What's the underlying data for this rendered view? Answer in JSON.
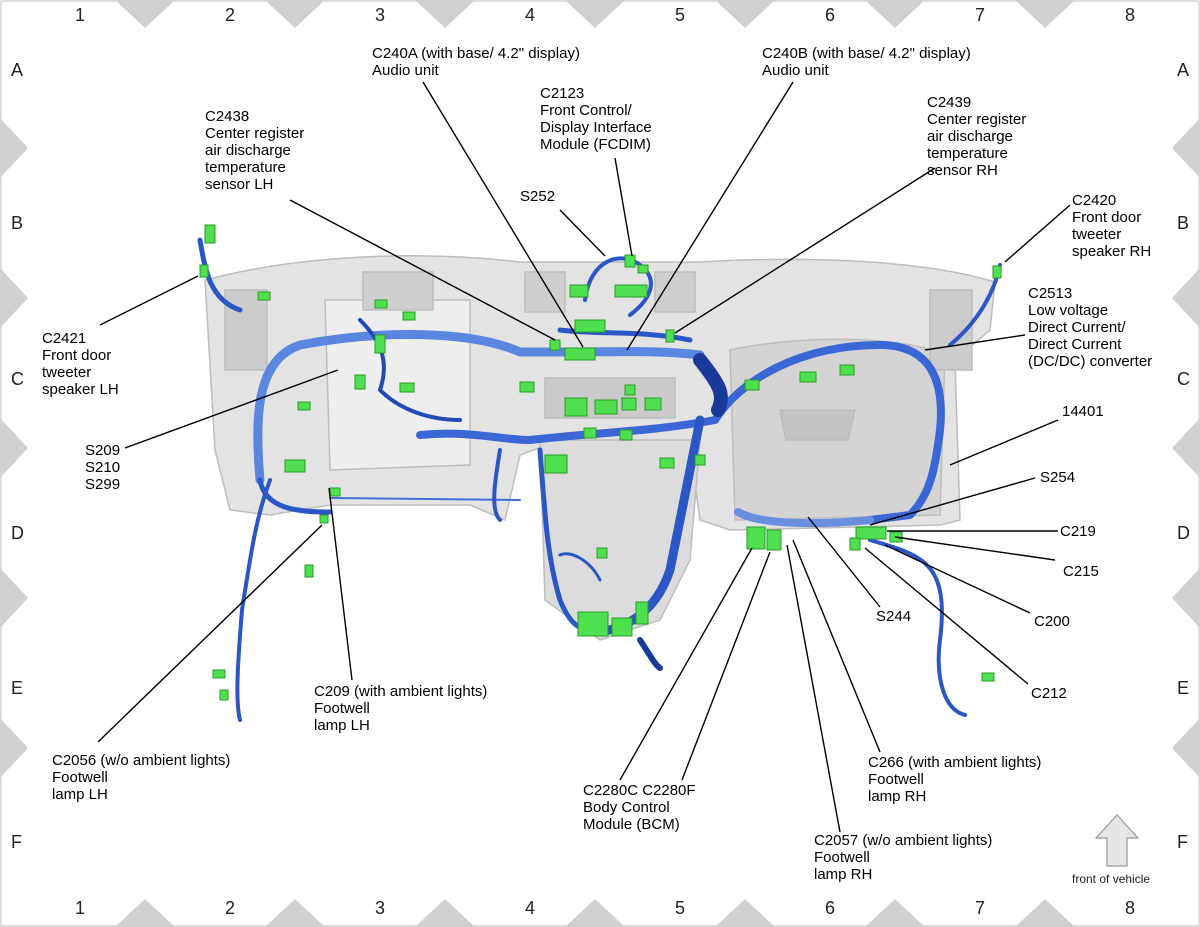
{
  "grid": {
    "columns": [
      "1",
      "2",
      "3",
      "4",
      "5",
      "6",
      "7",
      "8"
    ],
    "rows": [
      "A",
      "B",
      "C",
      "D",
      "E",
      "F"
    ]
  },
  "orientation": {
    "label": "front of vehicle",
    "icon": "up-arrow-icon"
  },
  "colors": {
    "harness": "#2a56c6",
    "harness_dark": "#1a3a9a",
    "connector": "#4fe04f",
    "dash": "#d9d9d9",
    "marker": "#d0d0d0"
  },
  "callouts": [
    {
      "id": "c240a",
      "lines": [
        "C240A (with base/ 4.2\" display)",
        "Audio unit"
      ]
    },
    {
      "id": "c240b",
      "lines": [
        "C240B (with base/ 4.2\" display)",
        "Audio unit"
      ]
    },
    {
      "id": "c2123",
      "lines": [
        "C2123",
        "Front Control/",
        "Display Interface",
        "Module (FCDIM)"
      ]
    },
    {
      "id": "c2438",
      "lines": [
        "C2438",
        "Center register",
        "air discharge",
        "temperature",
        "sensor LH"
      ]
    },
    {
      "id": "c2439",
      "lines": [
        "C2439",
        "Center register",
        "air discharge",
        "temperature",
        "sensor RH"
      ]
    },
    {
      "id": "s252",
      "lines": [
        "S252"
      ]
    },
    {
      "id": "c2420",
      "lines": [
        "C2420",
        "Front door",
        "tweeter",
        "speaker RH"
      ]
    },
    {
      "id": "c2513",
      "lines": [
        "C2513",
        "Low voltage",
        "Direct Current/",
        "Direct Current",
        "(DC/DC) converter"
      ]
    },
    {
      "id": "c2421",
      "lines": [
        "C2421",
        "Front door",
        "tweeter",
        "speaker LH"
      ]
    },
    {
      "id": "s209",
      "lines": [
        "S209",
        "S210",
        "S299"
      ]
    },
    {
      "id": "n14401",
      "lines": [
        "14401"
      ]
    },
    {
      "id": "s254",
      "lines": [
        "S254"
      ]
    },
    {
      "id": "c219",
      "lines": [
        "C219"
      ]
    },
    {
      "id": "c215",
      "lines": [
        "C215"
      ]
    },
    {
      "id": "s244",
      "lines": [
        "S244"
      ]
    },
    {
      "id": "c200",
      "lines": [
        "C200"
      ]
    },
    {
      "id": "c212",
      "lines": [
        "C212"
      ]
    },
    {
      "id": "c209",
      "lines": [
        "C209 (with ambient lights)",
        "Footwell",
        "lamp LH"
      ]
    },
    {
      "id": "c2056",
      "lines": [
        "C2056 (w/o ambient lights)",
        "Footwell",
        "lamp LH"
      ]
    },
    {
      "id": "c2280",
      "lines": [
        "C2280C C2280F",
        "Body Control",
        "Module (BCM)"
      ]
    },
    {
      "id": "c266",
      "lines": [
        "C266 (with ambient lights)",
        "Footwell",
        "lamp RH"
      ]
    },
    {
      "id": "c2057",
      "lines": [
        "C2057 (w/o ambient lights)",
        "Footwell",
        "lamp RH"
      ]
    }
  ]
}
